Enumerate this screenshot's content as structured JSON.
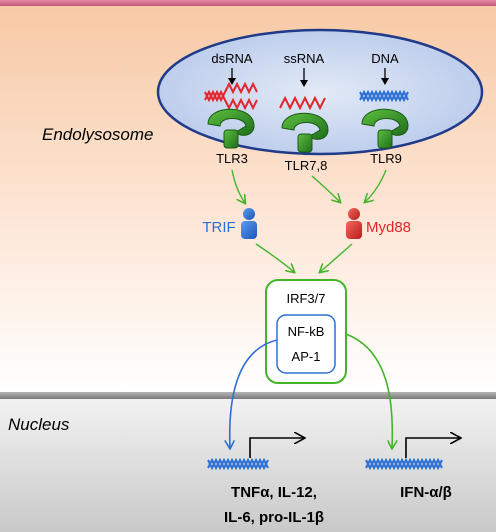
{
  "compartments": {
    "endolysosome": "Endolysosome",
    "nucleus": "Nucleus"
  },
  "ligands": {
    "dsrna": "dsRNA",
    "ssrna": "ssRNA",
    "dna": "DNA"
  },
  "receptors": {
    "tlr3": "TLR3",
    "tlr78": "TLR7,8",
    "tlr9": "TLR9"
  },
  "adaptors": {
    "trif": "TRIF",
    "myd88": "Myd88"
  },
  "transcription_factors": {
    "irf": "IRF3/7",
    "nfkb": "NF-kB",
    "ap1": "AP-1"
  },
  "genes": {
    "left_line1": "TNFα, IL-12,",
    "left_line2": "IL-6, pro-IL-1β",
    "right": "IFN-α/β"
  },
  "colors": {
    "red": "#e3262b",
    "blue": "#2e6fd6",
    "green_arrow": "#44b42a",
    "receptor_green": "#2f8a24",
    "endosome_fill": "#c5d5ef",
    "endosome_stroke": "#1f3b8a"
  }
}
